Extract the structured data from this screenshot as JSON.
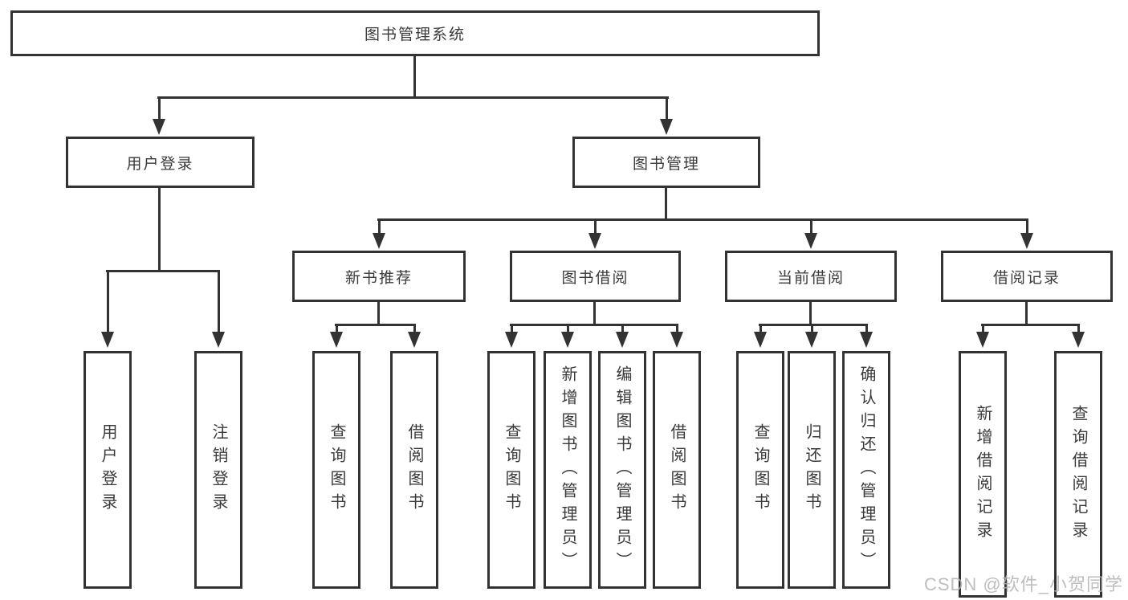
{
  "diagram": {
    "title": "图书管理系统",
    "branches": [
      {
        "id": "user-login",
        "label": "用户登录",
        "children": [
          {
            "id": "leaf-user-login",
            "label": "用户登录"
          },
          {
            "id": "leaf-logout",
            "label": "注销登录"
          }
        ]
      },
      {
        "id": "book-management",
        "label": "图书管理",
        "children": [
          {
            "id": "new-book-recommend",
            "label": "新书推荐",
            "children": [
              {
                "id": "nb-query-books",
                "label": "查询图书"
              },
              {
                "id": "nb-borrow-books",
                "label": "借阅图书"
              }
            ]
          },
          {
            "id": "book-borrowing",
            "label": "图书借阅",
            "children": [
              {
                "id": "bb-query-books",
                "label": "查询图书"
              },
              {
                "id": "bb-add-books",
                "label": "新增图书（管理员）"
              },
              {
                "id": "bb-edit-books",
                "label": "编辑图书（管理员）"
              },
              {
                "id": "bb-borrow-books",
                "label": "借阅图书"
              }
            ]
          },
          {
            "id": "current-borrowing",
            "label": "当前借阅",
            "children": [
              {
                "id": "cb-query-books",
                "label": "查询图书"
              },
              {
                "id": "cb-return-books",
                "label": "归还图书"
              },
              {
                "id": "cb-confirm-return",
                "label": "确认归还（管理员）"
              }
            ]
          },
          {
            "id": "borrowing-records",
            "label": "借阅记录",
            "children": [
              {
                "id": "br-add-record",
                "label": "新增借阅记录"
              },
              {
                "id": "br-query-record",
                "label": "查询借阅记录"
              }
            ]
          }
        ]
      }
    ]
  },
  "watermark": {
    "text": "CSDN @软件_小贺同学"
  },
  "colors": {
    "line": "#333333",
    "box_border": "#333333",
    "text": "#3a3a3a",
    "background": "#ffffff",
    "watermark": "#b2b2b2"
  }
}
